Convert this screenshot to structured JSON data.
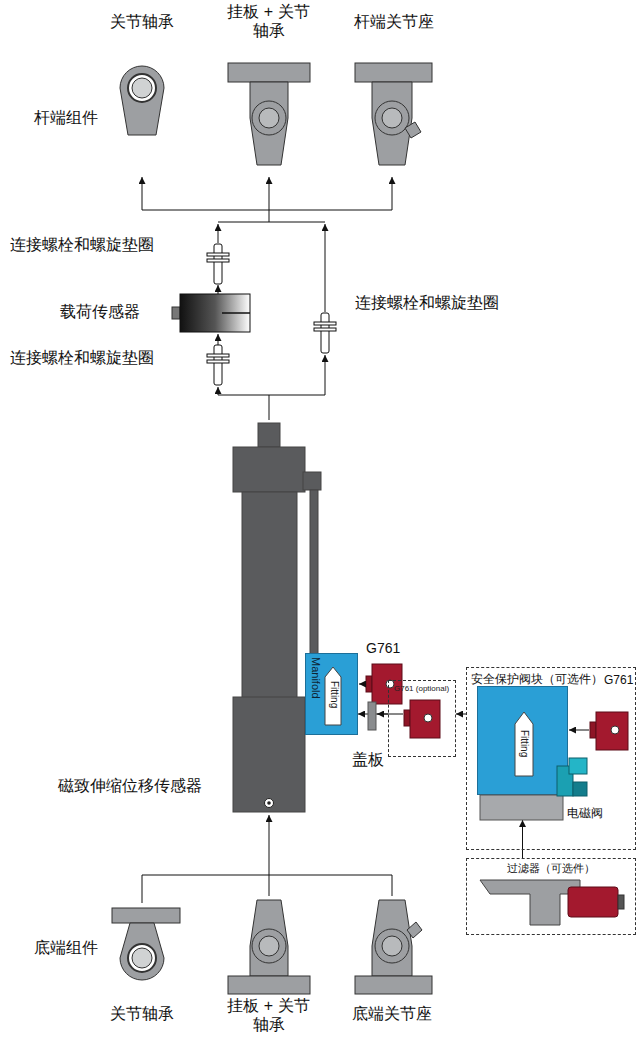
{
  "diagram": {
    "nodes": [
      {
        "text": [
          "Manifold",
          "Fitting"
        ]
      },
      {
        "text": [
          "G761 (optional)"
        ]
      },
      {
        "text": [
          "安全保护阀块（可选件）"
        ]
      },
      {
        "text": [
          "Fitting"
        ],
        "in": 2
      },
      {
        "text": [
          "过滤器（可选件）"
        ]
      }
    ],
    "edges": [
      {
        "from": 4,
        "to": 3,
        "arrow": "to"
      },
      {
        "from": 2,
        "to": 1,
        "arrow": "to"
      },
      {
        "from": 1,
        "to": 0,
        "arrow": "to"
      }
    ],
    "labels": [
      "关节轴承",
      "挂板 + 关节 轴承",
      "杆端关节座",
      "杆端组件",
      "连接螺栓和螺旋垫圈",
      "载荷传感器",
      "连接螺栓和螺旋垫圈",
      "连接螺栓和螺旋垫圈",
      "G761",
      "G761",
      "电磁阀",
      "盖板",
      "磁致伸缩位移传感器",
      "底端组件",
      "关节轴承",
      "挂板 + 关节 轴承",
      "底端关节座"
    ]
  }
}
